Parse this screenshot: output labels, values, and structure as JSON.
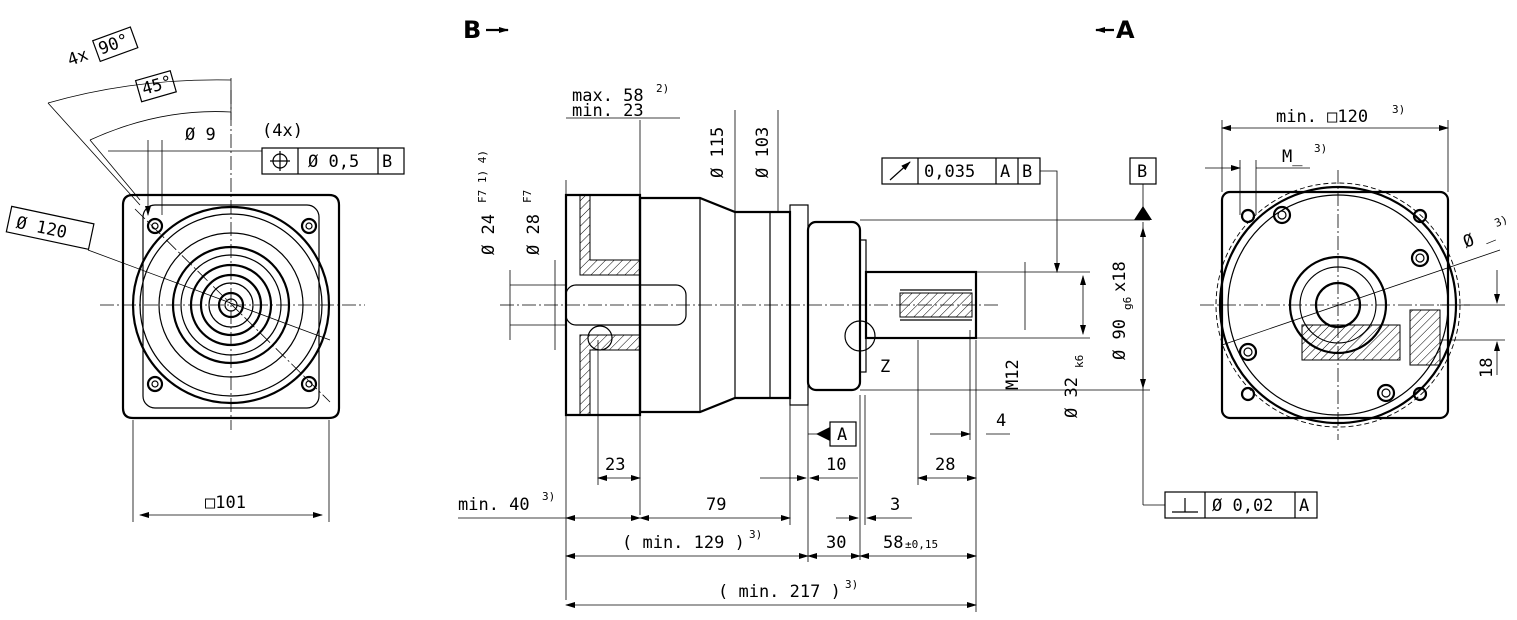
{
  "view_labels": {
    "left": "B",
    "right": "A"
  },
  "left_view": {
    "angle_outer": "90°",
    "angle_count": "4x",
    "angle_inner": "45°",
    "hole_dia": "Ø 9",
    "hole_count": "(4x)",
    "position_tol": "Ø 0,5",
    "position_datum": "B",
    "pcd": "Ø 120",
    "square": "□101"
  },
  "side_view": {
    "max_len": "max. 58",
    "max_len_note": "2)",
    "min_len": "min. 23",
    "bore_24": "Ø 24",
    "bore_24_fit": "F7 1) 4)",
    "bore_28": "Ø 28",
    "bore_28_fit": "F7",
    "dia_115": "Ø 115",
    "dia_103": "Ø 103",
    "runout_tol": "0,035",
    "runout_datum_a": "A",
    "runout_datum_b": "B",
    "datum_b": "B",
    "pilot": "Ø 90",
    "pilot_fit": "g6",
    "pilot_depth": "x18",
    "shaft": "Ø 32",
    "shaft_fit": "k6",
    "thread": "M12",
    "detail": "Z",
    "datum_a": "A",
    "d4": "4",
    "d23": "23",
    "d10": "10",
    "d28": "28",
    "min40": "min. 40",
    "min40_note": "3)",
    "d79": "79",
    "d3": "3",
    "min129": "( min. 129 )",
    "min129_note": "3)",
    "d30": "30",
    "d58": "58",
    "d58_tol": "±0,15",
    "min217": "( min. 217 )",
    "min217_note": "3)",
    "perp_tol": "Ø 0,02",
    "perp_datum": "A"
  },
  "right_view": {
    "min_sq": "min. □120",
    "min_sq_note": "3)",
    "thread_m": "M_",
    "thread_m_note": "3)",
    "dia_note": "Ø _",
    "dia_note_sup": "3)",
    "d18": "18"
  }
}
